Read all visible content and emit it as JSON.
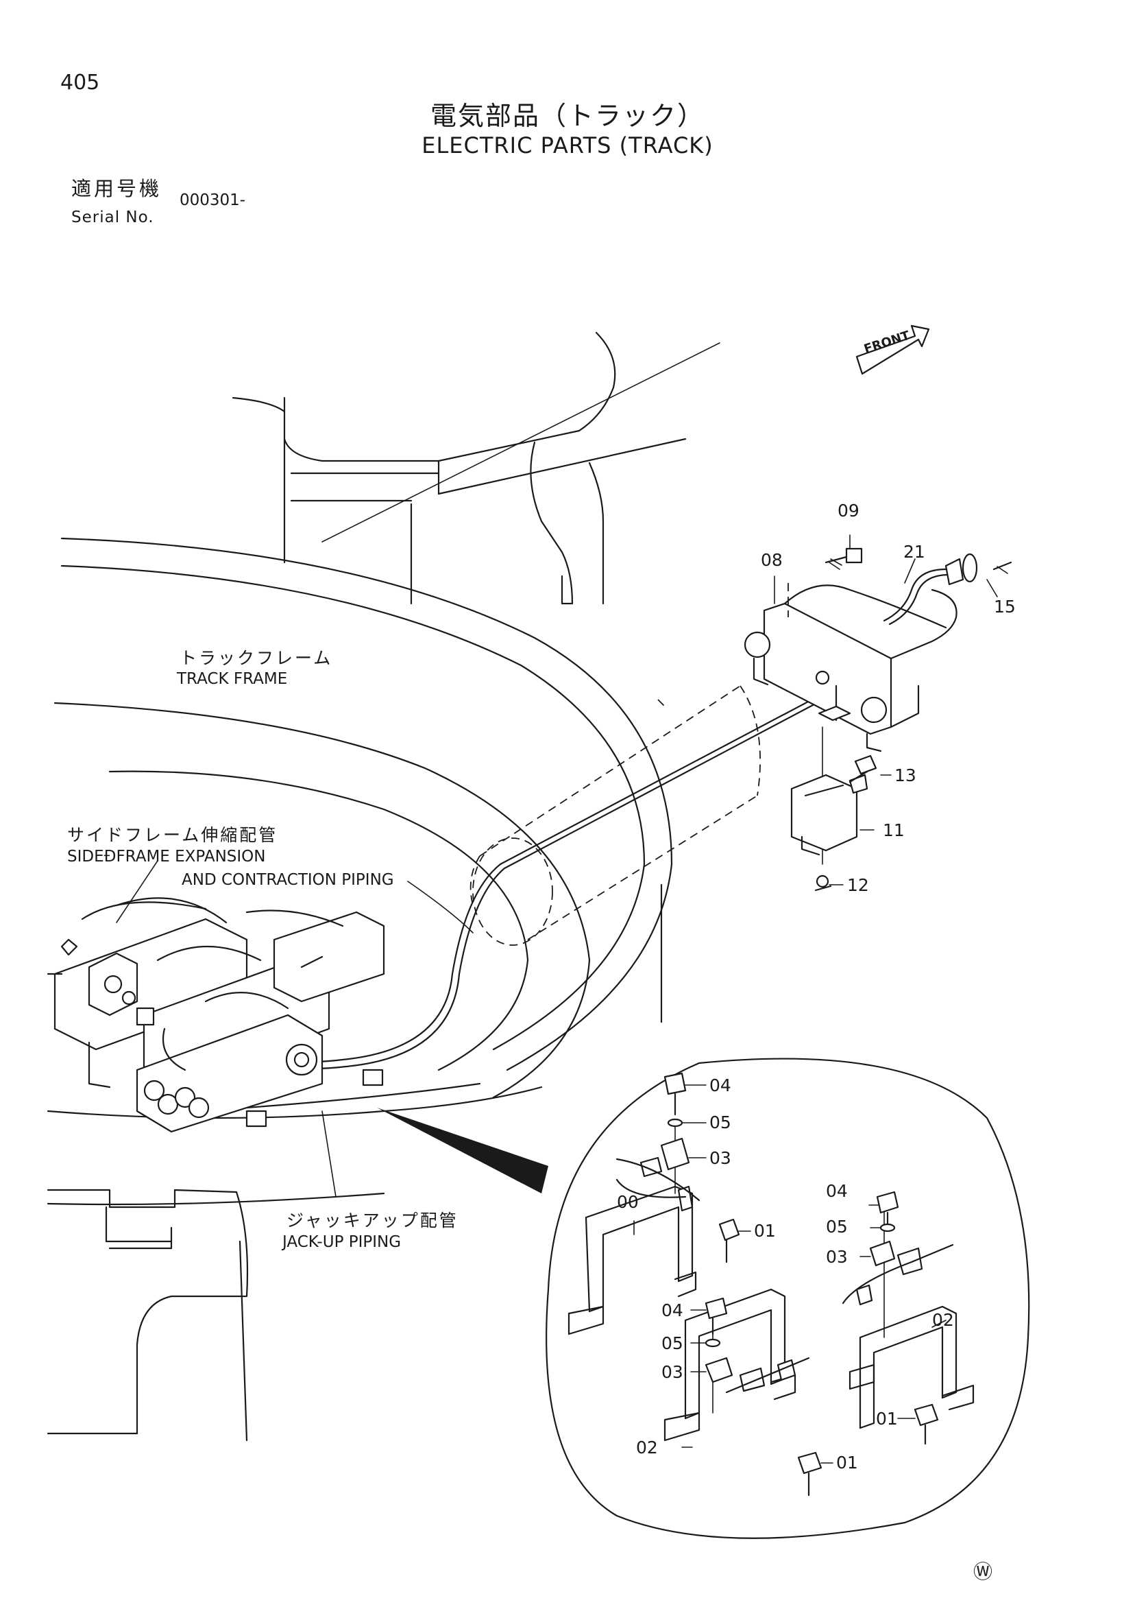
{
  "page": {
    "number": "405",
    "title_jp": "電気部品（トラック）",
    "title_en": "ELECTRIC PARTS (TRACK)",
    "serial_label_jp": "適用号機",
    "serial_label_en": "Serial No.",
    "serial_value": "000301-"
  },
  "labels": {
    "track_frame_jp": "トラックフレーム",
    "track_frame_en": "TRACK FRAME",
    "side_frame_jp": "サイドフレーム伸縮配管",
    "side_frame_en_1": "SIDEÐFRAME EXPANSION",
    "side_frame_en_2": "AND CONTRACTION PIPING",
    "jackup_jp": "ジャッキアップ配管",
    "jackup_en": "JACK-UP PIPING",
    "front": "FRONT",
    "w_mark": "Ⓦ"
  },
  "callouts": {
    "c09": "09",
    "c08": "08",
    "c21": "21",
    "c15": "15",
    "c13": "13",
    "c11": "11",
    "c12": "12",
    "d04a": "04",
    "d05a": "05",
    "d03a": "03",
    "d00": "00",
    "d01a": "01",
    "d04b": "04",
    "d05b": "05",
    "d03b": "03",
    "d04c": "04",
    "d05c": "05",
    "d03c": "03",
    "d02a": "02",
    "d01b": "01",
    "d02b": "02",
    "d01c": "01"
  }
}
